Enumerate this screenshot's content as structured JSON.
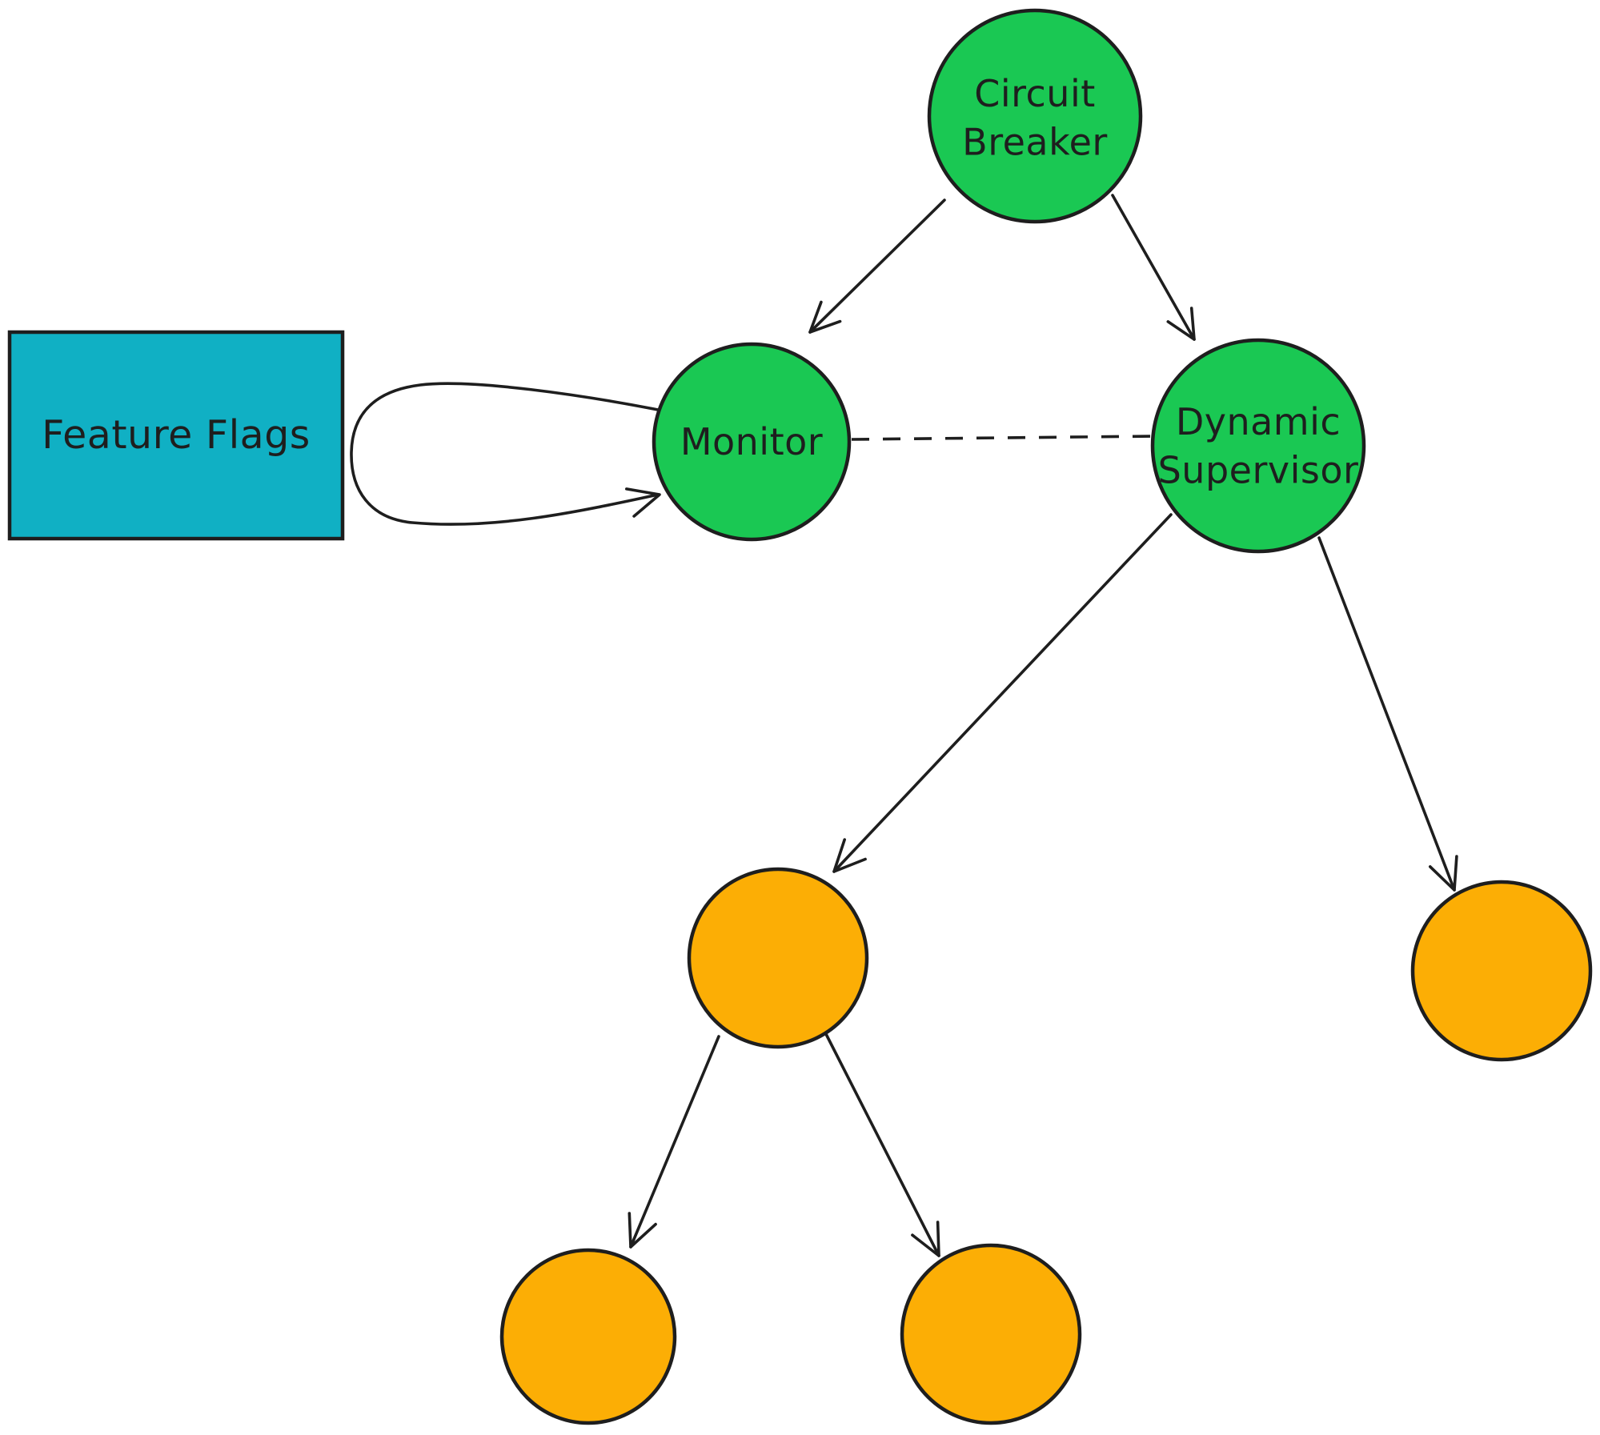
{
  "diagram": {
    "background_color": "#ffffff",
    "stroke_color": "#1e1e1e",
    "colors": {
      "supervisor_green": "#1ac853",
      "worker_orange": "#fcae05",
      "flags_teal": "#10b0c4"
    },
    "nodes": [
      {
        "id": "circuit-breaker",
        "label": "Circuit\nBreaker",
        "shape": "circle",
        "color": "#1ac853"
      },
      {
        "id": "monitor",
        "label": "Monitor",
        "shape": "circle",
        "color": "#1ac853"
      },
      {
        "id": "dynamic-supervisor",
        "label": "Dynamic\nSupervisor",
        "shape": "circle",
        "color": "#1ac853"
      },
      {
        "id": "feature-flags",
        "label": "Feature Flags",
        "shape": "rectangle",
        "color": "#10b0c4"
      },
      {
        "id": "worker-left",
        "label": "",
        "shape": "circle",
        "color": "#fcae05"
      },
      {
        "id": "worker-right",
        "label": "",
        "shape": "circle",
        "color": "#fcae05"
      },
      {
        "id": "worker-bottom-left",
        "label": "",
        "shape": "circle",
        "color": "#fcae05"
      },
      {
        "id": "worker-bottom-right",
        "label": "",
        "shape": "circle",
        "color": "#fcae05"
      }
    ],
    "edges": [
      {
        "from": "circuit-breaker",
        "to": "monitor",
        "type": "solid-arrow"
      },
      {
        "from": "circuit-breaker",
        "to": "dynamic-supervisor",
        "type": "solid-arrow"
      },
      {
        "from": "feature-flags",
        "to": "monitor",
        "type": "loop-arrow"
      },
      {
        "from": "monitor",
        "to": "dynamic-supervisor",
        "type": "dashed-line"
      },
      {
        "from": "dynamic-supervisor",
        "to": "worker-left",
        "type": "solid-arrow"
      },
      {
        "from": "dynamic-supervisor",
        "to": "worker-right",
        "type": "solid-arrow"
      },
      {
        "from": "worker-left",
        "to": "worker-bottom-left",
        "type": "solid-arrow"
      },
      {
        "from": "worker-left",
        "to": "worker-bottom-right",
        "type": "solid-arrow"
      }
    ]
  }
}
